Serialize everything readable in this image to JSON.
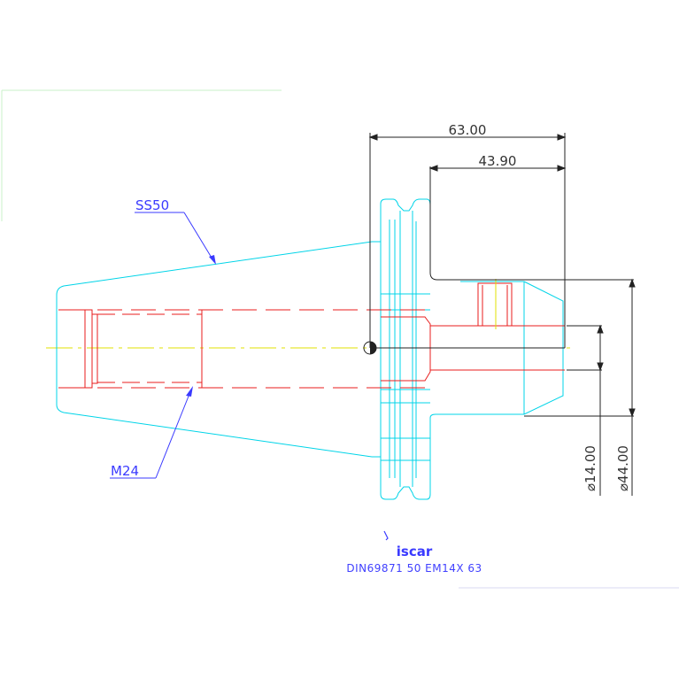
{
  "dimensions": {
    "overall_length": "63.00",
    "inner_length": "43.90",
    "small_diameter": "⌀14.00",
    "large_diameter": "⌀44.00"
  },
  "labels": {
    "taper": "SS50",
    "thread": "M24"
  },
  "logo": {
    "brand": "iscar",
    "icon": "iscar-logo-icon"
  },
  "caption": "DIN69871 50 EM14X 63",
  "colors": {
    "cyan_body": "#00d4e8",
    "red_bore": "#e81e1e",
    "blue_leader": "#3a3aff",
    "dim_lines": "#222222",
    "center_line": "#e0e000"
  }
}
